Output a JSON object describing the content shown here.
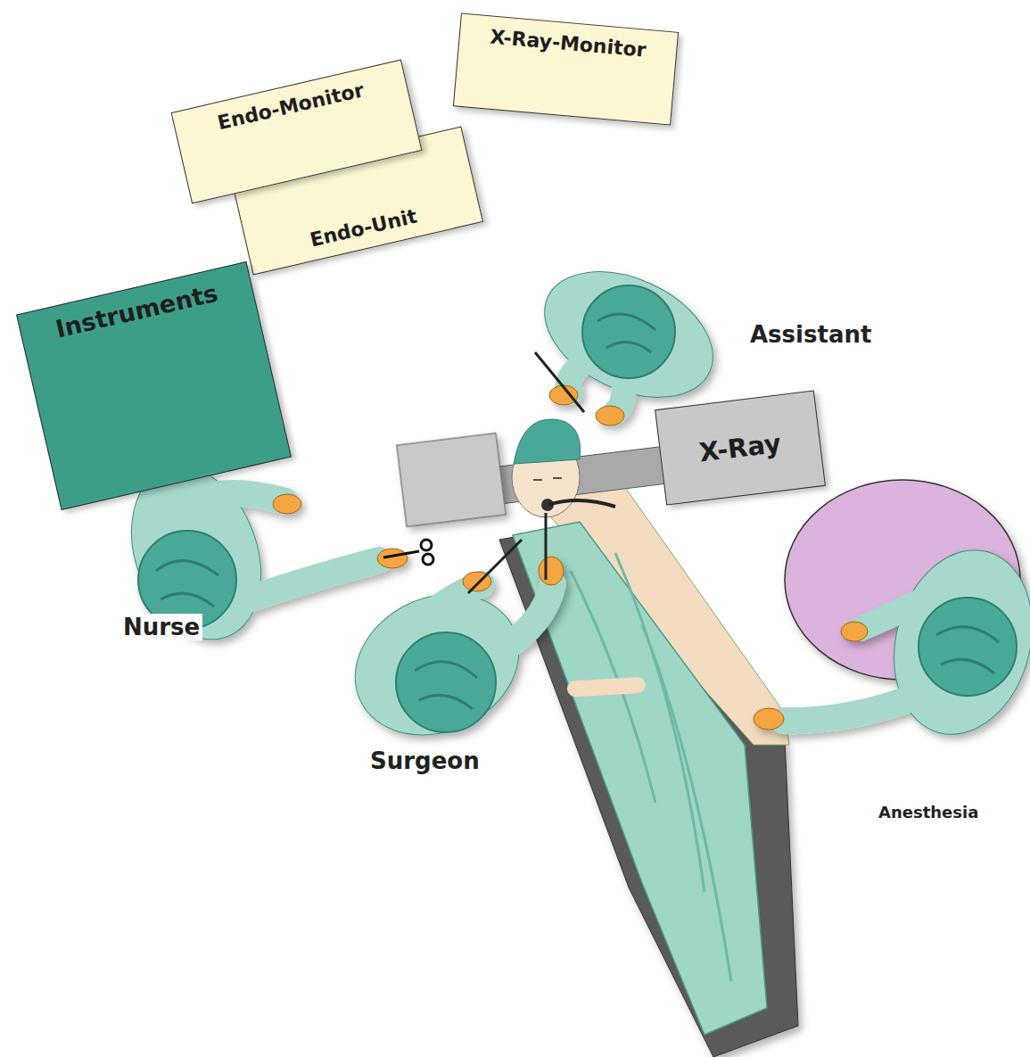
{
  "diagram": {
    "nodes": [
      {
        "text": [
          "Endo-Monitor"
        ]
      },
      {
        "text": [
          "X-Ray-Monitor"
        ]
      },
      {
        "text": [
          "Endo-Unit"
        ]
      },
      {
        "text": [
          "Instruments"
        ]
      },
      {
        "text": [
          "X-Ray"
        ]
      }
    ],
    "labels": [
      "Assistant",
      "Nurse",
      "Surgeon",
      "Anesthesia"
    ]
  }
}
